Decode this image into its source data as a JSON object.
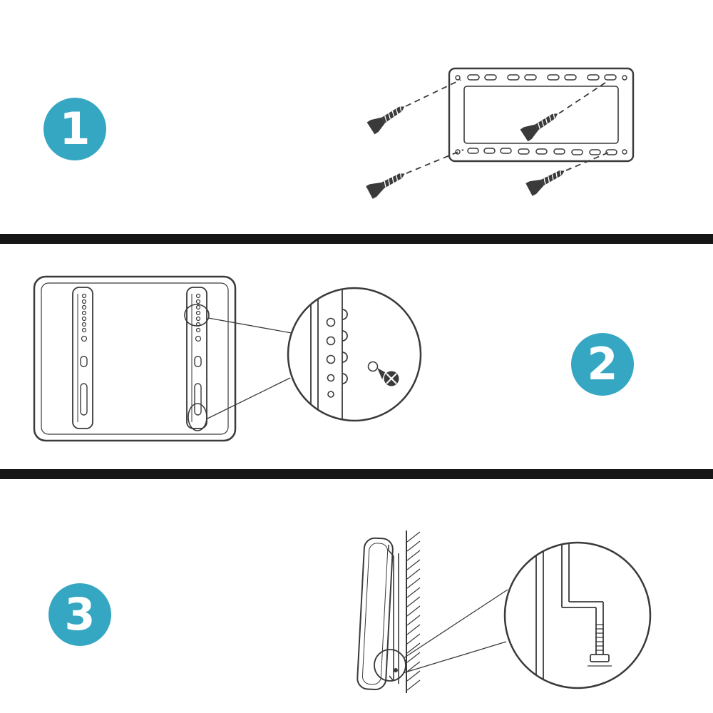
{
  "accent_color": "#35a7c2",
  "line_color": "#3a3a3a",
  "divider_color": "#161616",
  "steps": [
    {
      "number": "1",
      "illustration": "wall-plate-with-mounting-screws"
    },
    {
      "number": "2",
      "illustration": "tv-back-brackets-with-screw-detail"
    },
    {
      "number": "3",
      "illustration": "tv-hung-on-wall-with-lock-screw-detail"
    }
  ]
}
